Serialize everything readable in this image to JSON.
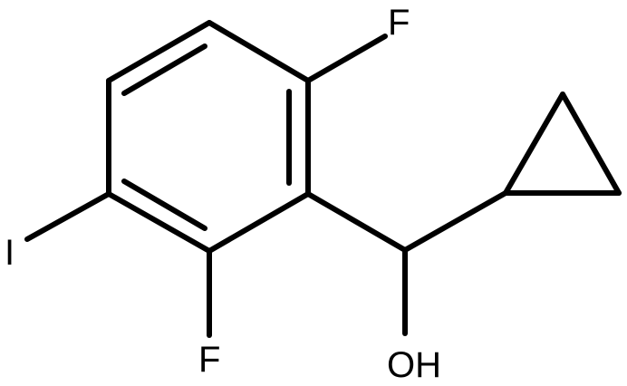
{
  "molecule": {
    "atoms": {
      "f_top": "F",
      "iodine": "I",
      "f_bottom": "F",
      "hydroxyl": "OH"
    }
  }
}
